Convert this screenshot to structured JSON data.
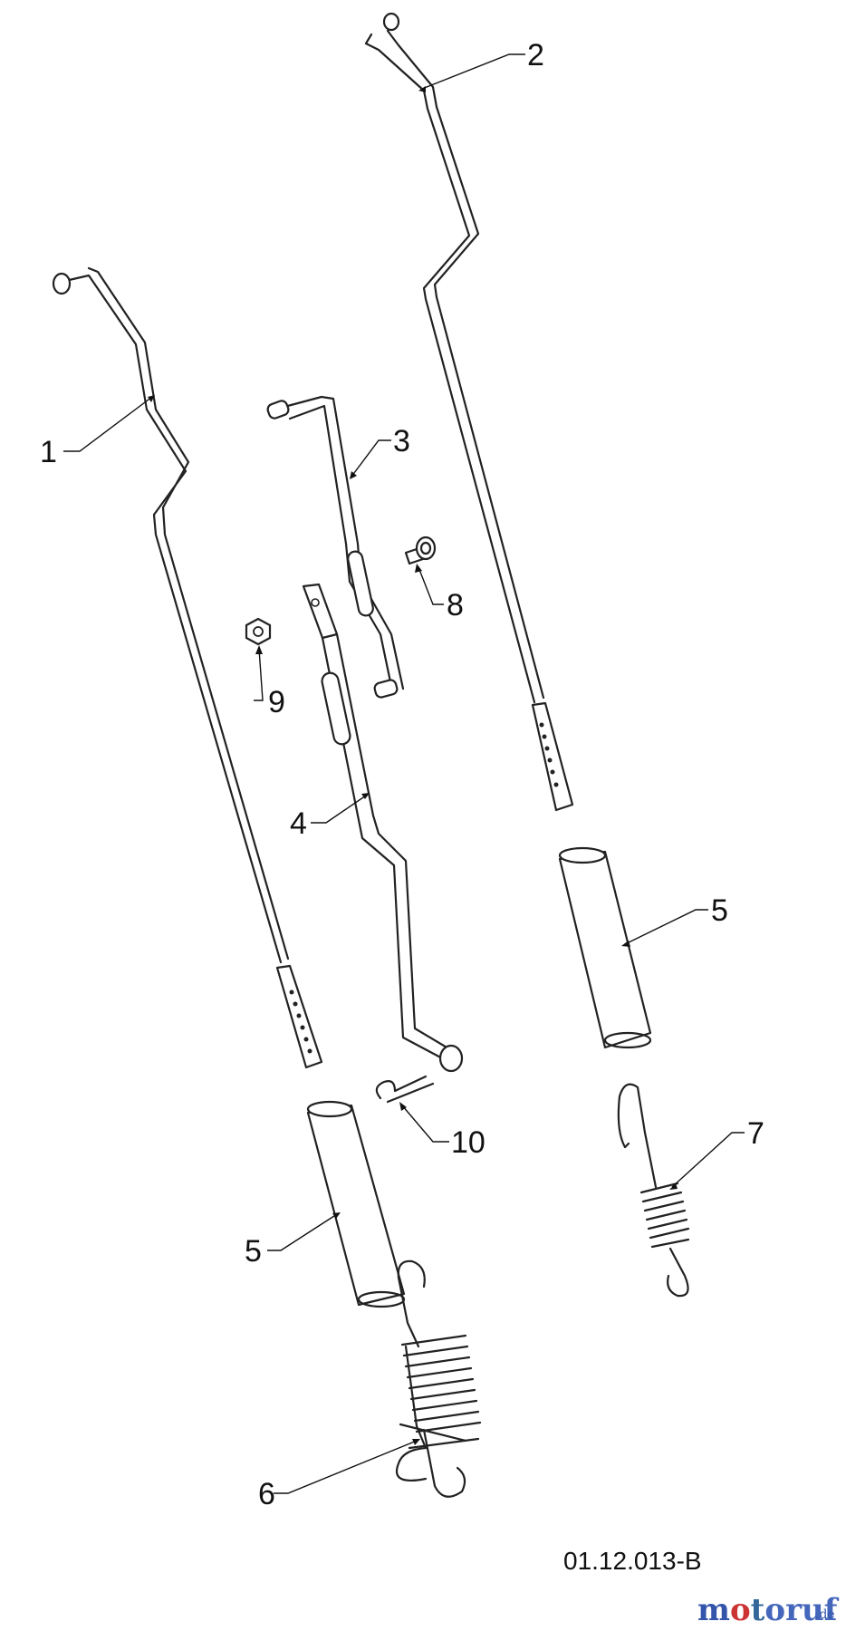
{
  "callouts": {
    "c1": "1",
    "c2": "2",
    "c3": "3",
    "c4": "4",
    "c5a": "5",
    "c5b": "5",
    "c6": "6",
    "c7": "7",
    "c8": "8",
    "c9": "9",
    "c10": "10"
  },
  "drawing_code": "01.12.013-B",
  "watermark": {
    "brand": "motoruf",
    "suffix": ".de",
    "colors": {
      "m": "#3355aa",
      "o": "#cc3333",
      "t": "#336699",
      "rest": "#4466bb"
    }
  }
}
